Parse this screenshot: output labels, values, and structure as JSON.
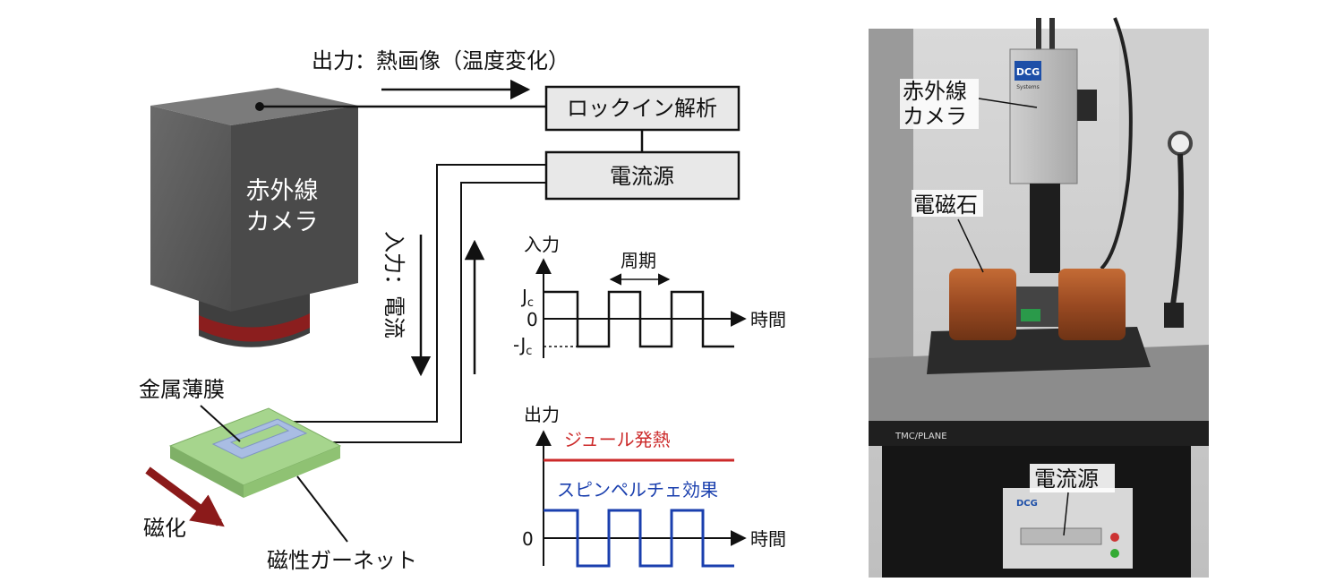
{
  "diagram": {
    "output_arrow_label": "出力：熱画像（温度変化）",
    "lockin_box": "ロックイン解析",
    "current_source_box": "電流源",
    "camera_label_line1": "赤外線",
    "camera_label_line2": "カメラ",
    "input_label": "入力：電流",
    "metal_film_label": "金属薄膜",
    "magnetization_label": "磁化",
    "garnet_label": "磁性ガーネット",
    "input_chart": {
      "ylabel": "入力",
      "period_label": "周期",
      "jc_prefix": "J",
      "jc_sub": "c",
      "neg_jc_prefix": "-J",
      "neg_jc_sub": "c",
      "zero_label": "0",
      "time_label": "時間"
    },
    "output_chart": {
      "ylabel": "出力",
      "joule_label": "ジュール発熱",
      "peltier_label": "スピンペルチェ効果",
      "zero_label": "0",
      "time_label": "時間"
    }
  },
  "photo": {
    "camera_label_line1": "赤外線",
    "camera_label_line2": "カメラ",
    "electromagnet_label": "電磁石",
    "current_source_label": "電流源",
    "camera_brand": "DCG",
    "camera_sub": "Systems",
    "table_brand": "TMC/PLANE",
    "rack_brand": "DCG"
  },
  "colors": {
    "joule": "#cc2a2a",
    "peltier": "#1a3fae",
    "magnetization_arrow": "#8b1a1a",
    "camera_body": "#5d5d5d",
    "film_blue": "#a9bde3",
    "garnet_green": "#a6d58d"
  }
}
